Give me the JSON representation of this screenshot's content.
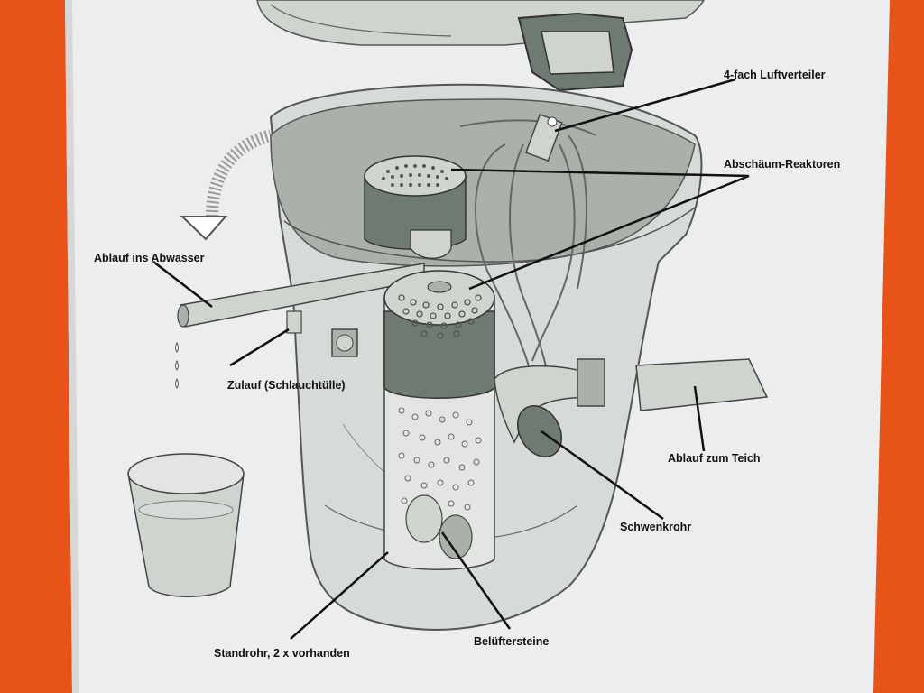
{
  "labels": {
    "luftverteiler": "4-fach Luftverteiler",
    "abschaeum": "Abschäum-Reaktoren",
    "ablauf_abwasser": "Ablauf ins Abwasser",
    "zulauf": "Zulauf (Schlauchtülle)",
    "ablauf_teich": "Ablauf zum Teich",
    "schwenkrohr": "Schwenkrohr",
    "standrohr": "Standrohr, 2 x vorhanden",
    "belueftersteine": "Belüftersteine"
  },
  "colors": {
    "background": "#e8531a",
    "paper": "#ecedef",
    "shade_dark": "#6f7a72",
    "shade_mid": "#a9b1aa",
    "shade_light": "#cfd4cf"
  }
}
